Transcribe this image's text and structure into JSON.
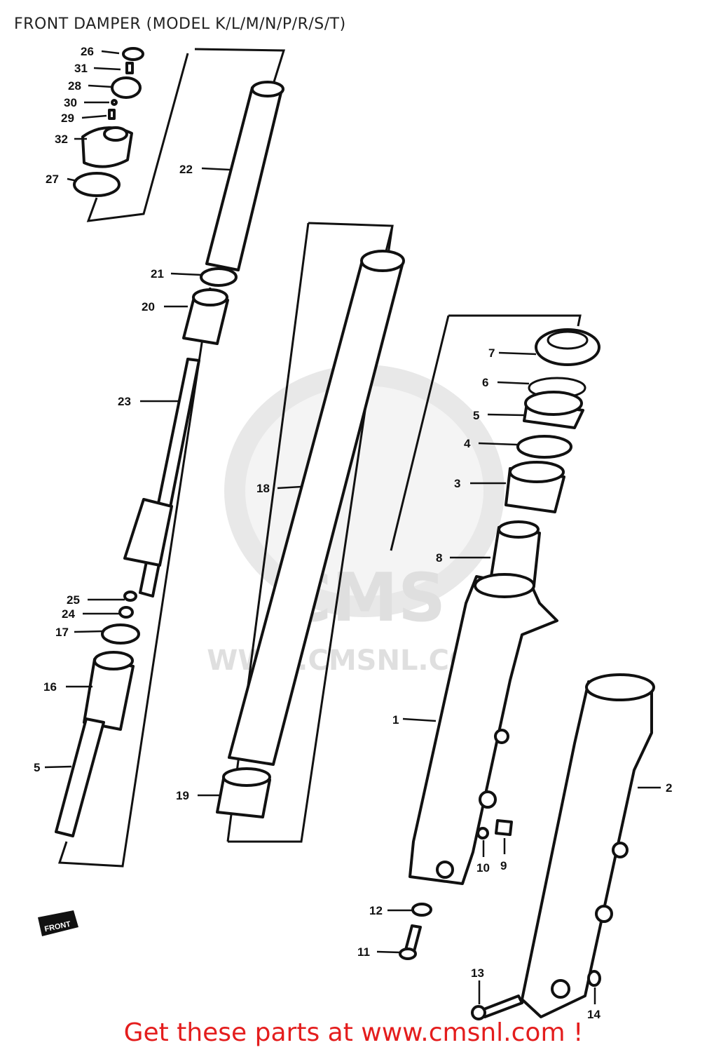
{
  "title": "FRONT DAMPER (MODEL K/L/M/N/P/R/S/T)",
  "footer": "Get these parts at www.cmsnl.com !",
  "watermark": {
    "logo_text": "CMS",
    "url_text": "WWW.CMSNL.COM"
  },
  "badge_text": "FRONT",
  "callouts": {
    "c1": "1",
    "c2": "2",
    "c3": "3",
    "c4": "4",
    "c5a": "5",
    "c5b": "5",
    "c6": "6",
    "c7": "7",
    "c8": "8",
    "c9": "9",
    "c10": "10",
    "c11": "11",
    "c12": "12",
    "c13": "13",
    "c14": "14",
    "c16": "16",
    "c17": "17",
    "c18": "18",
    "c19": "19",
    "c20": "20",
    "c21": "21",
    "c22": "22",
    "c23": "23",
    "c24": "24",
    "c25": "25",
    "c26": "26",
    "c27": "27",
    "c28": "28",
    "c29": "29",
    "c30": "30",
    "c31": "31",
    "c32": "32"
  },
  "colors": {
    "footer": "#e41d1d",
    "lines": "#111111",
    "watermark": "#e0e0e0"
  }
}
